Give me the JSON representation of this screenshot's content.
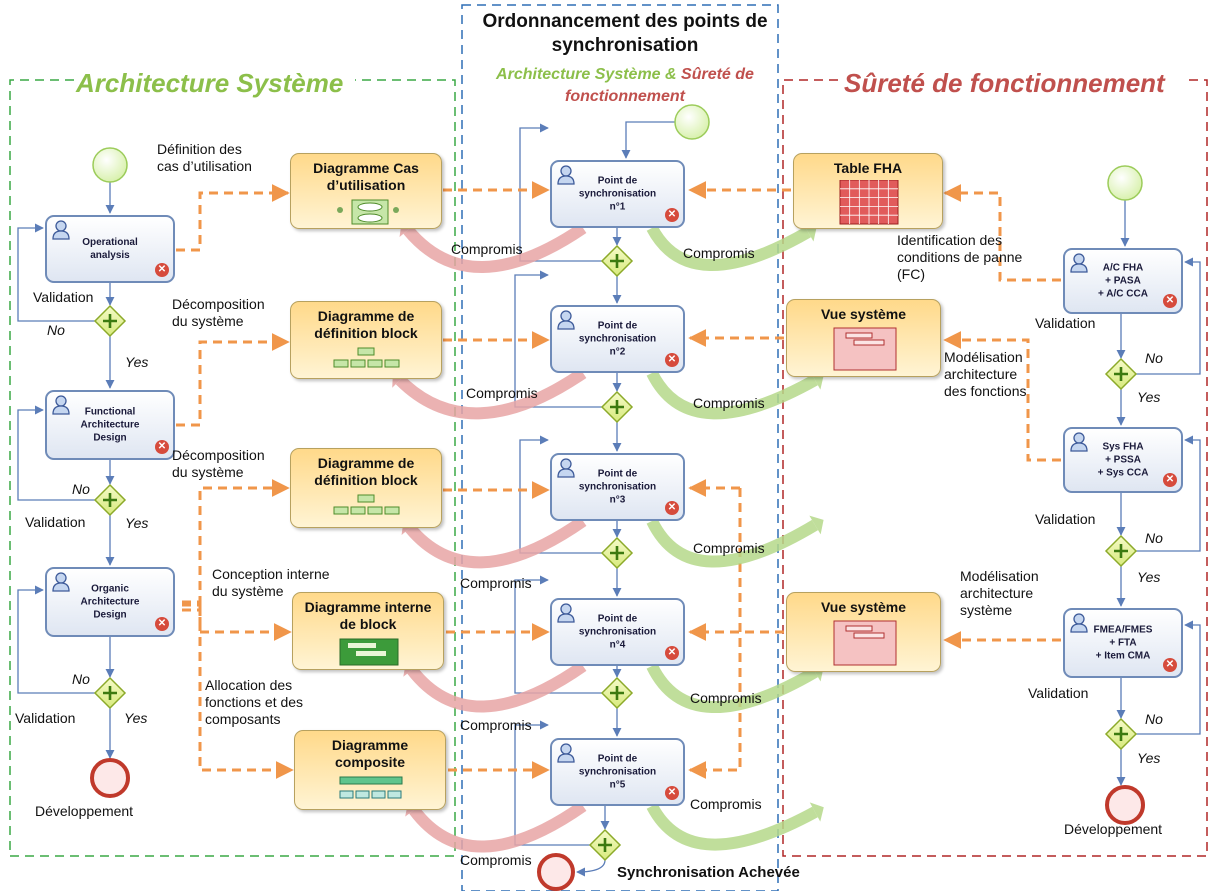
{
  "titles": {
    "left": "Architecture Système",
    "right": "Sûreté de fonctionnement",
    "center_line1": "Ordonnancement des points de",
    "center_line2": "synchronisation",
    "center_sub_green": "Architecture Système &",
    "center_sub_red1": "Sûreté de",
    "center_sub_red2": "fonctionnement"
  },
  "left_tasks": [
    {
      "id": "operational",
      "lines": [
        "Operational",
        "analysis"
      ]
    },
    {
      "id": "functional",
      "lines": [
        "Functional",
        "Architecture",
        "Design"
      ]
    },
    {
      "id": "organic",
      "lines": [
        "Organic",
        "Architecture",
        "Design"
      ]
    }
  ],
  "right_tasks": [
    {
      "id": "ac-fha",
      "lines": [
        "A/C FHA",
        "+ PASA",
        "+ A/C CCA"
      ]
    },
    {
      "id": "sys-fha",
      "lines": [
        "Sys FHA",
        "+ PSSA",
        "+ Sys CCA"
      ]
    },
    {
      "id": "fmea",
      "lines": [
        "FMEA/FMES",
        "+ FTA",
        "+ Item CMA"
      ]
    }
  ],
  "sync_points": [
    {
      "lines": [
        "Point de",
        "synchronisation",
        "n°1"
      ]
    },
    {
      "lines": [
        "Point de",
        "synchronisation",
        "n°2"
      ]
    },
    {
      "lines": [
        "Point de",
        "synchronisation",
        "n°3"
      ]
    },
    {
      "lines": [
        "Point de",
        "synchronisation",
        "n°4"
      ]
    },
    {
      "lines": [
        "Point de",
        "synchronisation",
        "n°5"
      ]
    }
  ],
  "left_artifacts": [
    {
      "title_lines": [
        "Diagramme Cas",
        "d’utilisation"
      ]
    },
    {
      "title_lines": [
        "Diagramme de",
        "définition block"
      ]
    },
    {
      "title_lines": [
        "Diagramme de",
        "définition block"
      ]
    },
    {
      "title_lines": [
        "Diagramme interne",
        "de block"
      ]
    },
    {
      "title_lines": [
        "Diagramme",
        "composite"
      ]
    }
  ],
  "right_artifacts": [
    {
      "title_lines": [
        "Table FHA"
      ]
    },
    {
      "title_lines": [
        "Vue système"
      ]
    },
    {
      "title_lines": [
        "Vue système"
      ]
    }
  ],
  "left_labels": [
    {
      "lines": [
        "Définition des",
        "cas d’utilisation"
      ]
    },
    {
      "lines": [
        "Décomposition",
        "du système"
      ]
    },
    {
      "lines": [
        "Décomposition",
        "du système"
      ]
    },
    {
      "lines": [
        "Conception interne",
        "du système"
      ]
    },
    {
      "lines": [
        "Allocation des",
        "fonctions et des",
        "composants"
      ]
    }
  ],
  "right_labels": [
    {
      "lines": [
        "Identification des",
        "conditions de panne",
        "(FC)"
      ]
    },
    {
      "lines": [
        "Modélisation",
        "architecture",
        "des fonctions"
      ]
    },
    {
      "lines": [
        "Modélisation",
        "architecture",
        "système"
      ]
    }
  ],
  "flow_words": {
    "validation": "Validation",
    "no": "No",
    "yes": "Yes",
    "compromis": "Compromis",
    "developpement": "Développement",
    "sync_done": "Synchronisation Achevée"
  },
  "colors": {
    "green_dash": "#3aa845",
    "blue_dash": "#2f6eb5",
    "red_dash": "#b02626",
    "orange_arrow": "#f0964a",
    "compromis_red": "#e8a4a4",
    "compromis_green": "#b5d88a",
    "gateway": "#eaf4a8",
    "start_event": "#eefad0",
    "end_event": "#c0392b"
  }
}
